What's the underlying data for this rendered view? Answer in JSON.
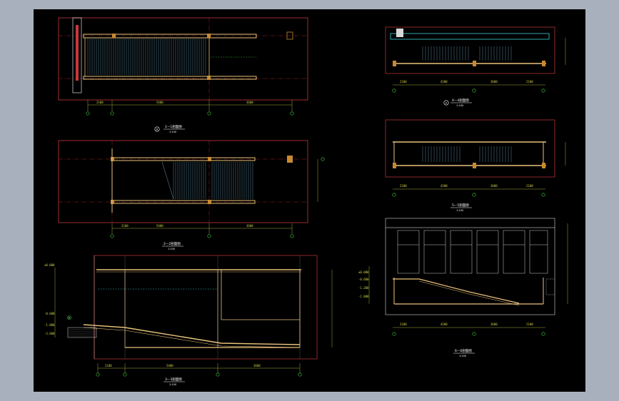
{
  "colors": {
    "background": "#000000",
    "frame": "#a9b0bd",
    "red_outline": "#c8383c",
    "wall": "#e9c27a",
    "stair": "#7fc6e4",
    "axis": "#a02828",
    "dim": "#d6d64a",
    "grid_bubble": "#3cd23c",
    "cyan": "#3fd0d6",
    "white": "#ffffff"
  },
  "views": {
    "plan_top_left": {
      "title": "1—1剖面图",
      "subtitle": "1:100",
      "grid_label": "B",
      "dims": [
        "2100",
        "5400",
        "3600"
      ]
    },
    "plan_mid_left": {
      "title": "2—2剖面图",
      "subtitle": "1:100",
      "dims": [
        "2100",
        "5400",
        "3600"
      ]
    },
    "section_bottom_left": {
      "title": "3—3剖面图",
      "subtitle": "1:100",
      "grid_label": "A",
      "dims": [
        "2100",
        "5400",
        "3600"
      ],
      "levels": [
        "±0.000",
        "-0.600",
        "-1.800",
        "-3.600"
      ]
    },
    "elev_top_right": {
      "title": "4—4剖面图",
      "subtitle": "1:100",
      "grid_label": "A",
      "dims": [
        "2100",
        "4200",
        "3600",
        "2100"
      ]
    },
    "elev_mid_right": {
      "title": "5—5剖面图",
      "subtitle": "1:100",
      "dims": [
        "2100",
        "4200",
        "3600",
        "2100"
      ]
    },
    "section_bottom_right": {
      "title": "6—6剖面图",
      "subtitle": "1:100",
      "dims": [
        "2100",
        "4200",
        "3600",
        "2100"
      ],
      "levels": [
        "±0.000",
        "-0.600",
        "-1.200",
        "-1.800"
      ]
    }
  }
}
